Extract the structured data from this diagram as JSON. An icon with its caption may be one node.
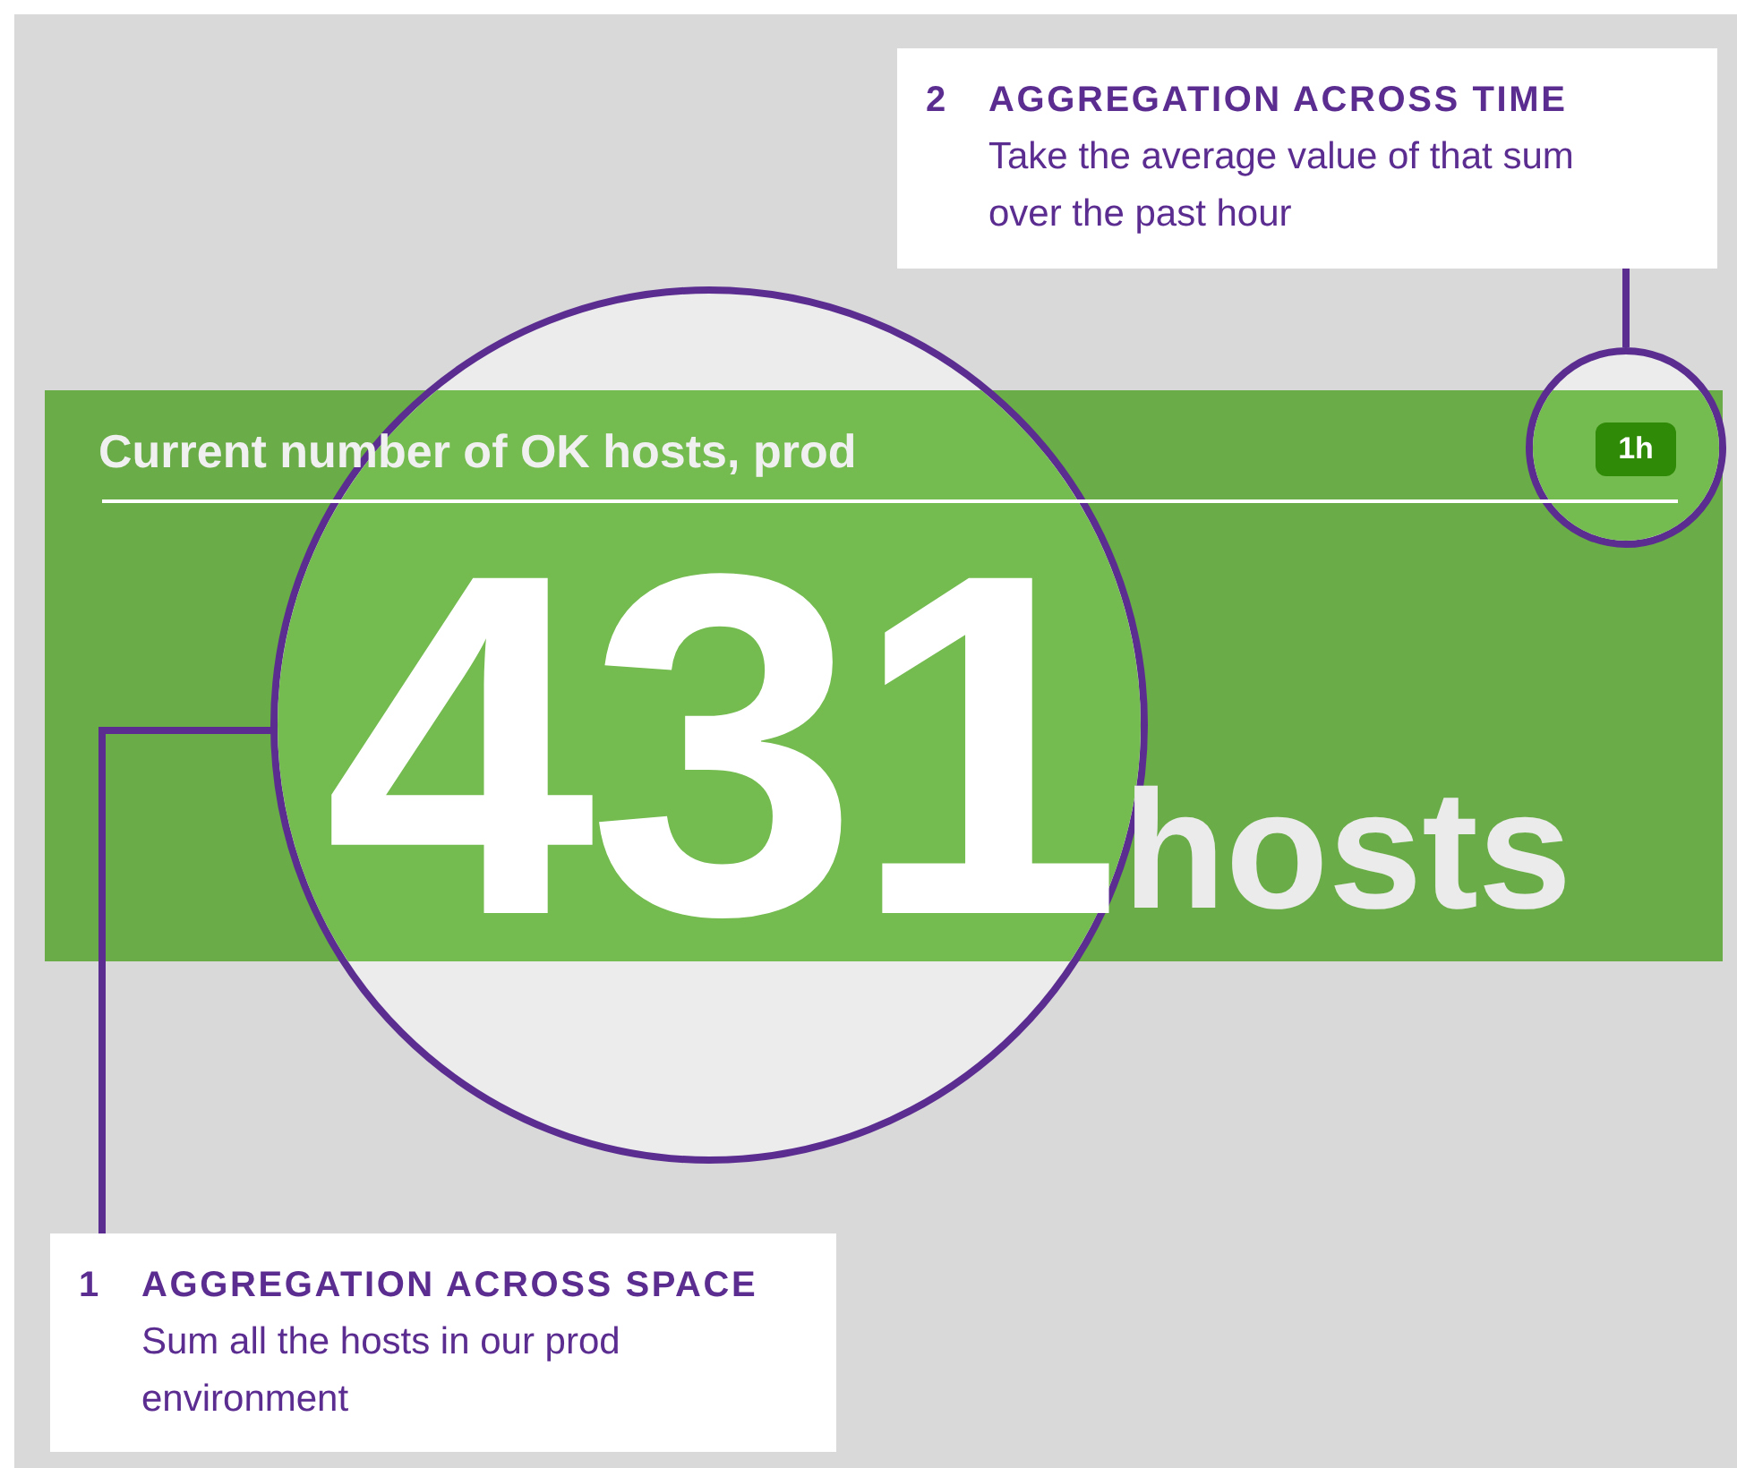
{
  "diagram": {
    "nodes": [
      {
        "text": [
          "2",
          "AGGREGATION ACROSS TIME",
          "Take the average value of that sum over the past hour"
        ]
      },
      {
        "text": [
          "Current number of OK hosts, prod",
          "431",
          "hosts"
        ]
      },
      {
        "text": [
          "1h"
        ],
        "in": 1
      },
      {
        "text": [],
        "shape": "circle"
      },
      {
        "text": [],
        "shape": "circle"
      },
      {
        "text": [
          "1",
          "AGGREGATION ACROSS SPACE",
          "Sum all the hosts in our prod environment"
        ]
      }
    ],
    "edges": [
      {
        "from": 0,
        "to": 3,
        "arrow": "none"
      },
      {
        "from": 4,
        "to": 5,
        "arrow": "none"
      }
    ]
  }
}
